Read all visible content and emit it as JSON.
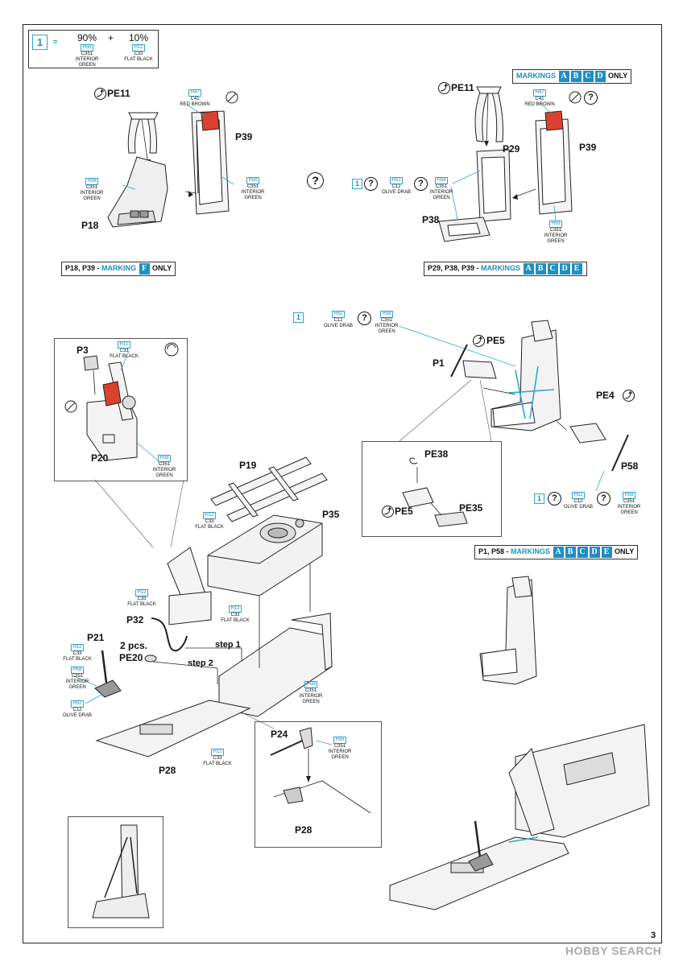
{
  "legend": {
    "key_label": "1",
    "equals": "=",
    "pct_a": "90%",
    "plus": "+",
    "pct_b": "10%",
    "a_h": "H58",
    "a_c": "C351",
    "a_name1": "INTERIOR",
    "a_name2": "GREEN",
    "b_h": "H12",
    "b_c": "C33",
    "b_name1": "FLAT BLACK"
  },
  "paints": {
    "h47": "H47",
    "c41": "C41",
    "red_brown": "RED BROWN",
    "h58": "H58",
    "c351": "C351",
    "interior": "INTERIOR",
    "green": "GREEN",
    "h52": "H52",
    "c12": "C12",
    "olive_drab": "OLIVE DRAB",
    "h12": "H12",
    "c33": "C33",
    "flat_black": "FLAT BLACK"
  },
  "parts": {
    "pe11": "PE11",
    "p39": "P39",
    "p18": "P18",
    "p29": "P29",
    "p38": "P38",
    "p3": "P3",
    "p20": "P20",
    "p19": "P19",
    "p35": "P35",
    "p32": "P32",
    "two_pcs": "2 pcs.",
    "pe20": "PE20",
    "step1": "step 1",
    "step2": "step 2",
    "p21": "P21",
    "p28": "P28",
    "p24": "P24",
    "p1": "P1",
    "pe5": "PE5",
    "pe4": "PE4",
    "p58": "P58",
    "pe38": "PE38",
    "pe35": "PE35"
  },
  "banners": {
    "left_prefix": "P18, P39 - ",
    "left_mk": "MARKING",
    "left_letters": [
      "F"
    ],
    "left_suffix": " ONLY",
    "right_prefix": "P29, P38, P39 - ",
    "right_mk": "MARKINGS",
    "right_letters": [
      "A",
      "B",
      "C",
      "D",
      "E"
    ],
    "top_mk": "MARKINGS",
    "top_letters": [
      "A",
      "B",
      "C",
      "D"
    ],
    "top_suffix": " ONLY",
    "p1_prefix": "P1, P58 - ",
    "p1_mk": "MARKINGS",
    "p1_letters": [
      "A",
      "B",
      "C",
      "D",
      "E"
    ],
    "p1_suffix": " ONLY"
  },
  "symbols": {
    "question": "?",
    "one": "1"
  },
  "footer": {
    "page_number": "3",
    "watermark": "HOBBY SEARCH"
  }
}
